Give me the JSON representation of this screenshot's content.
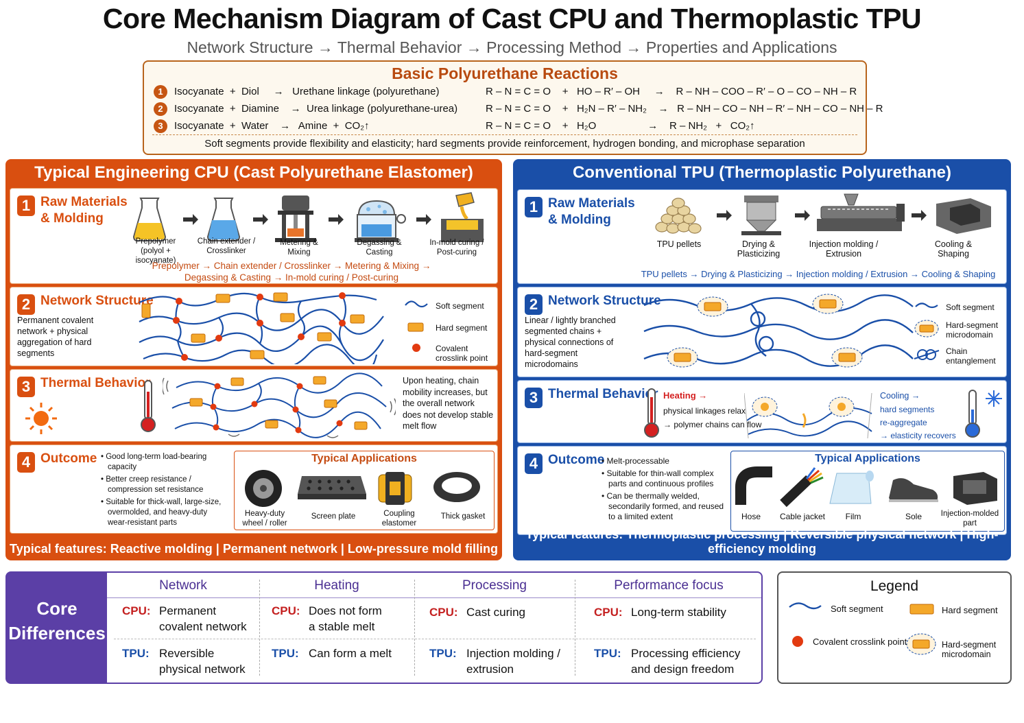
{
  "title": "Core Mechanism Diagram of Cast CPU and Thermoplastic TPU",
  "subtitle": "Network Structure → Thermal Behavior → Processing Method → Properties and Applications",
  "reactions": {
    "title": "Basic Polyurethane Reactions",
    "rows": [
      {
        "num": "1",
        "text": "Isocyanate  +  Diol     →   Urethane linkage (polyurethane)",
        "formula": "R – N = C = O    +   HO – R′ – OH     →    R – NH – COO – R′ – O – CO – NH – R"
      },
      {
        "num": "2",
        "text": "Isocyanate  +  Diamine    →  Urea linkage (polyurethane-urea)",
        "formula": "R – N = C = O    +   H₂N – R′ – NH₂    →   R – NH – CO – NH – R′ – NH – CO – NH – R"
      },
      {
        "num": "3",
        "text": "Isocyanate  +  Water    →   Amine  +  CO₂↑",
        "formula": "R – N = C = O    +   H₂O                  →    R – NH₂   +   CO₂↑"
      }
    ],
    "note": "Soft segments provide flexibility and elasticity; hard segments provide reinforcement, hydrogen bonding, and microphase separation"
  },
  "cpu": {
    "title": "Typical Engineering CPU (Cast Polyurethane Elastomer)",
    "s1": {
      "num": "1",
      "head": "Raw Materials & Molding",
      "steps": [
        "Prepolymer\n(polyol + isocyanate)",
        "Chain extender /\nCrosslinker",
        "Metering &\nMixing",
        "Degassing &\nCasting",
        "In-mold curing /\nPost-curing"
      ],
      "flow1": "Prepolymer  →  Chain extender / Crosslinker   →   Metering & Mixing   →",
      "flow2": "Degassing & Casting   →   In-mold curing / Post-curing"
    },
    "s2": {
      "num": "2",
      "head": "Network Structure",
      "desc": "Permanent covalent network + physical aggregation of hard segments",
      "legend": [
        "Soft segment",
        "Hard segment",
        "Covalent\ncrosslink point"
      ]
    },
    "s3": {
      "num": "3",
      "head": "Thermal Behavior",
      "desc": "Upon heating, chain mobility increases, but the overall network does not develop stable melt flow"
    },
    "s4": {
      "num": "4",
      "head": "Outcome",
      "bullets": [
        "• Good long-term load-bearing capacity",
        "• Better creep resistance / compression set resistance",
        "• Suitable for thick-wall, large-size, overmolded, and heavy-duty wear-resistant parts"
      ],
      "apps_title": "Typical Applications",
      "apps": [
        "Heavy-duty\nwheel / roller",
        "Screen plate",
        "Coupling\nelastomer",
        "Thick gasket"
      ]
    },
    "footer": "Typical features:  Reactive molding   |   Permanent network   |   Low-pressure mold filling"
  },
  "tpu": {
    "title": "Conventional TPU (Thermoplastic Polyurethane)",
    "s1": {
      "num": "1",
      "head": "Raw Materials & Molding",
      "steps": [
        "TPU pellets",
        "Drying &\nPlasticizing",
        "Injection molding /\nExtrusion",
        "Cooling &\nShaping"
      ],
      "flow": "TPU pellets   →  Drying & Plasticizing  →  Injection molding / Extrusion   →  Cooling & Shaping"
    },
    "s2": {
      "num": "2",
      "head": "Network Structure",
      "desc": "Linear / lightly branched segmented chains + physical connections of hard-segment microdomains",
      "legend": [
        "Soft segment",
        "Hard-segment\nmicrodomain",
        "Chain\nentanglement"
      ]
    },
    "s3": {
      "num": "3",
      "head": "Thermal Behavior",
      "heating": "Heating →",
      "heating_desc1": "physical linkages relax",
      "heating_desc2": "→ polymer chains can flow",
      "cooling": "Cooling →",
      "cooling_desc1": "hard segments",
      "cooling_desc2": "re-aggregate",
      "cooling_desc3": "→ elasticity recovers"
    },
    "s4": {
      "num": "4",
      "head": "Outcome",
      "bullets": [
        "• Melt-processable",
        "• Suitable for thin-wall complex parts and continuous profiles",
        "• Can be thermally welded, secondarily formed, and reused to a limited extent"
      ],
      "apps_title": "Typical Applications",
      "apps": [
        "Hose",
        "Cable jacket",
        "Film",
        "Sole",
        "Injection-molded\npart"
      ]
    },
    "footer": "Typical features:  Thermoplastic processing   |   Reversible physical network   |   High-efficiency molding"
  },
  "core": {
    "label": "Core\nDifferences",
    "headers": [
      "Network",
      "Heating",
      "Processing",
      "Performance focus"
    ],
    "cpu_tag": "CPU:",
    "tpu_tag": "TPU:",
    "cpu": [
      "Permanent\ncovalent network",
      "Does not form\na stable melt",
      "Cast curing",
      "Long-term stability"
    ],
    "tpu": [
      "Reversible\nphysical network",
      "Can form a melt",
      "Injection molding /\nextrusion",
      "Processing efficiency\nand design freedom"
    ]
  },
  "legend": {
    "title": "Legend",
    "items": [
      "Soft segment",
      "Hard segment",
      "Covalent crosslink point",
      "Hard-segment\nmicrodomain"
    ]
  },
  "colors": {
    "cpu": "#d94f10",
    "tpu": "#1a4fa8",
    "core": "#5b3fa6",
    "soft": "#1a4fa8",
    "hard": "#e8920e",
    "crosslink": "#e23a10"
  }
}
